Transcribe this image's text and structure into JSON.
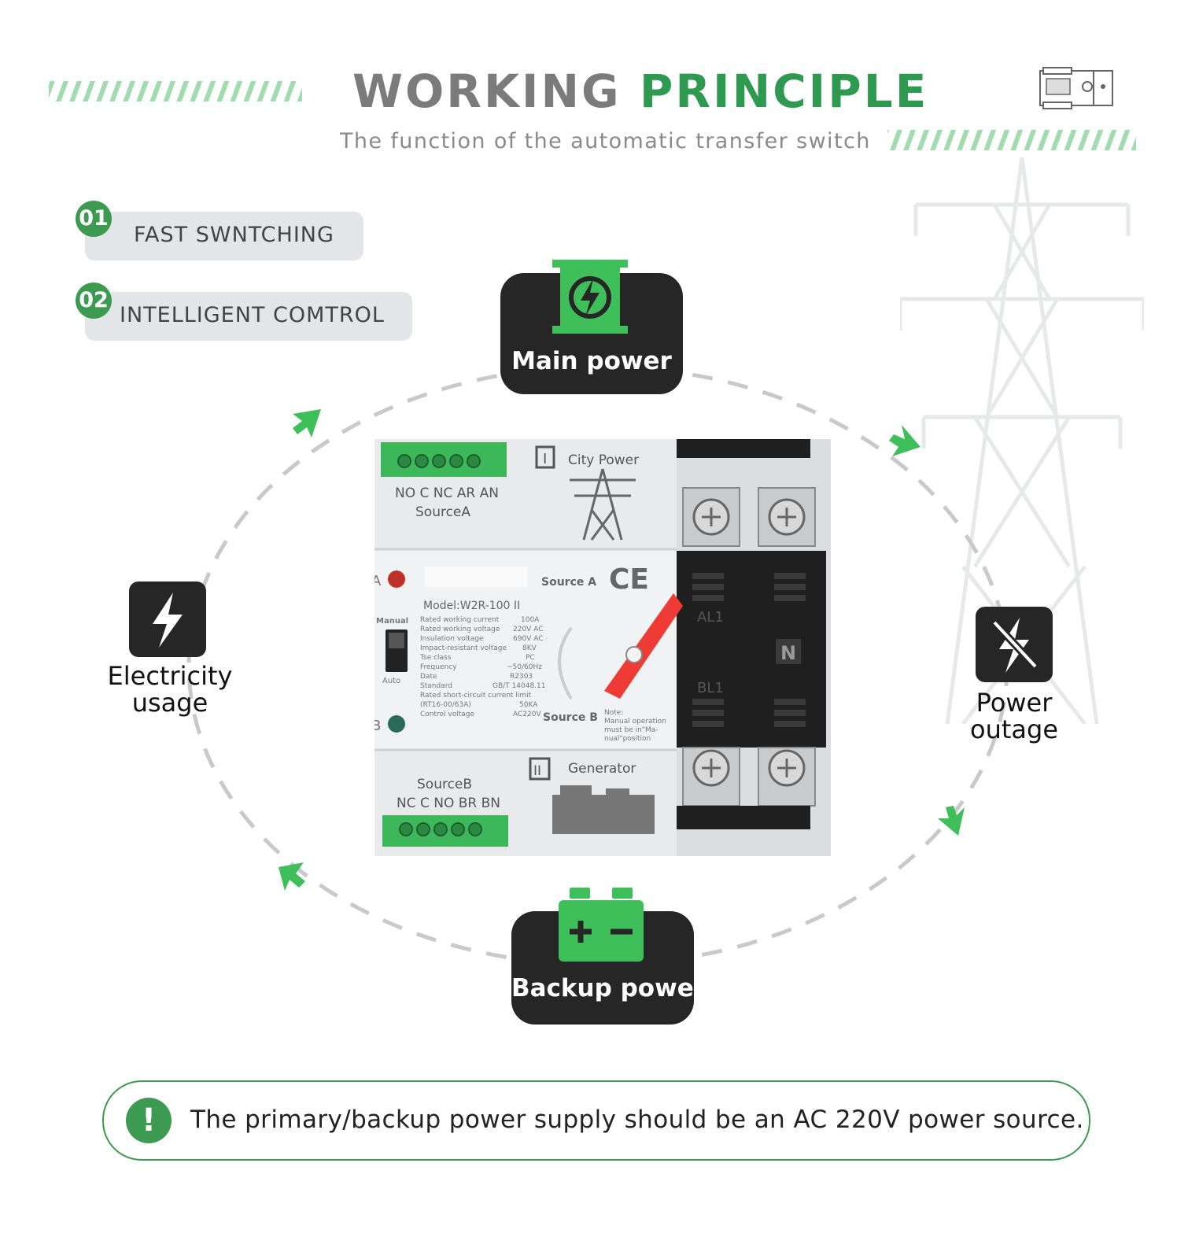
{
  "header": {
    "title_part1": "WORKING",
    "title_part2": "PRINCIPLE",
    "subtitle": "The function of the automatic transfer switch"
  },
  "features": [
    {
      "number": "01",
      "label": "FAST SWNTCHING"
    },
    {
      "number": "02",
      "label": "INTELLIGENT COMTROL"
    }
  ],
  "nodes": {
    "main_power": "Main power",
    "backup_power": "Backup power",
    "electricity_usage_line1": "Electricity",
    "electricity_usage_line2": "usage",
    "power_outage_line1": "Power",
    "power_outage_line2": "outage"
  },
  "switch": {
    "top_terminals": "NO C NC AR AN",
    "source_a_label": "SourceA",
    "city_power": "City Power",
    "model": "Model:W2R-100 II",
    "source_a": "Source A",
    "source_b": "Source B",
    "manual": "Manual",
    "auto": "Auto",
    "indicator_a": "A",
    "indicator_b": "B",
    "pole_al1": "AL1",
    "pole_bl1": "BL1",
    "pole_n": "N",
    "generator": "Generator",
    "source_b_label": "SourceB",
    "bottom_terminals": "NC C NO BR BN",
    "roman_1": "I",
    "roman_2": "II",
    "ce_mark": "CE",
    "specs": [
      {
        "k": "Rated working current",
        "v": "100A"
      },
      {
        "k": "Rated working voltage",
        "v": "220V AC"
      },
      {
        "k": "Insulation voltage",
        "v": "690V AC"
      },
      {
        "k": "Impact-resistant voltage",
        "v": "8KV"
      },
      {
        "k": "Tse class",
        "v": "PC"
      },
      {
        "k": "Frequency",
        "v": "~50/60Hz"
      },
      {
        "k": "Date",
        "v": "R2303"
      },
      {
        "k": "Standard",
        "v": "GB/T 14048.11"
      },
      {
        "k": "Rated short-circuit current limit",
        "v": ""
      },
      {
        "k": "(RT16-00/63A)",
        "v": "50KA"
      },
      {
        "k": "Control voltage",
        "v": "AC220V"
      }
    ],
    "note": [
      "Note:",
      "Manual operation",
      "must be in\"Ma-",
      "nual\"position"
    ]
  },
  "notice": {
    "icon": "!",
    "text": "The primary/backup power supply should be an AC 220V power source."
  },
  "colors": {
    "accent": "#3c9b50",
    "dark": "#262626",
    "pill": "#e3e5e8"
  }
}
